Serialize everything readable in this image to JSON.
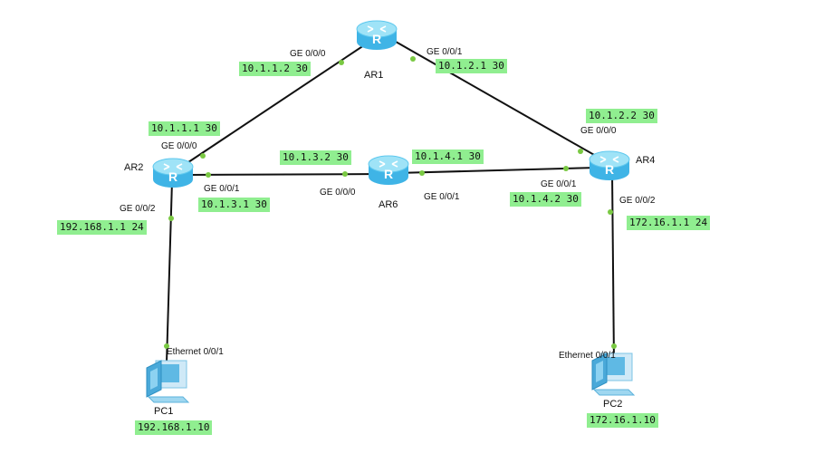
{
  "devices": {
    "ar1": {
      "name": "AR1",
      "kind": "router"
    },
    "ar2": {
      "name": "AR2",
      "kind": "router"
    },
    "ar4": {
      "name": "AR4",
      "kind": "router"
    },
    "ar6": {
      "name": "AR6",
      "kind": "router"
    },
    "pc1": {
      "name": "PC1",
      "kind": "pc",
      "ip": "192.168.1.10"
    },
    "pc2": {
      "name": "PC2",
      "kind": "pc",
      "ip": "172.16.1.10"
    }
  },
  "interfaces": {
    "ar1_g000": {
      "name": "GE 0/0/0",
      "ip": "10.1.1.2 30"
    },
    "ar1_g001": {
      "name": "GE 0/0/1",
      "ip": "10.1.2.1 30"
    },
    "ar2_g000": {
      "name": "GE 0/0/0",
      "ip": "10.1.1.1 30"
    },
    "ar2_g001": {
      "name": "GE 0/0/1",
      "ip": "10.1.3.1 30"
    },
    "ar2_g002": {
      "name": "GE 0/0/2",
      "ip": "192.168.1.1 24"
    },
    "ar6_g000": {
      "name": "GE 0/0/0",
      "ip": "10.1.3.2 30"
    },
    "ar6_g001": {
      "name": "GE 0/0/1",
      "ip": "10.1.4.1 30"
    },
    "ar4_g000": {
      "name": "GE 0/0/0",
      "ip": "10.1.2.2 30"
    },
    "ar4_g001": {
      "name": "GE 0/0/1",
      "ip": "10.1.4.2 30"
    },
    "ar4_g002": {
      "name": "GE 0/0/2",
      "ip": "172.16.1.1 24"
    },
    "pc1_eth": {
      "name": "Ethernet 0/0/1"
    },
    "pc2_eth": {
      "name": "Ethernet 0/0/1"
    }
  },
  "links": [
    {
      "from": "AR2",
      "to": "AR1"
    },
    {
      "from": "AR1",
      "to": "AR4"
    },
    {
      "from": "AR2",
      "to": "AR6"
    },
    {
      "from": "AR6",
      "to": "AR4"
    },
    {
      "from": "AR2",
      "to": "PC1"
    },
    {
      "from": "AR4",
      "to": "PC2"
    }
  ],
  "colors": {
    "router_fill": "#5ec8ee",
    "router_top": "#9fe3f7",
    "link": "#111111",
    "port_dot": "#7ac943",
    "ip_label_bg": "#90ee90"
  }
}
